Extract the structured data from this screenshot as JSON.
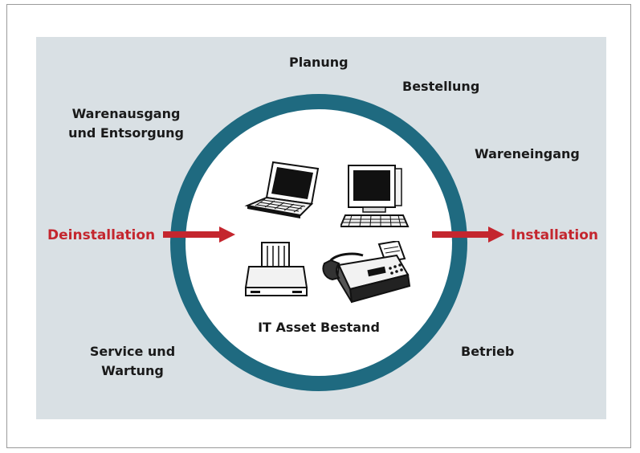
{
  "diagram": {
    "center_label": "IT Asset Bestand",
    "stages": {
      "planung": "Planung",
      "bestellung": "Bestellung",
      "wareneingang": "Wareneingang",
      "installation": "Installation",
      "betrieb": "Betrieb",
      "service_line1": "Service und",
      "service_line2": "Wartung",
      "deinstallation": "Deinstallation",
      "warenausgang_line1": "Warenausgang",
      "warenausgang_line2": "und Entsorgung"
    },
    "colors": {
      "ring": "#1f6a80",
      "panel": "#d9e0e4",
      "arrow": "#c4262e",
      "highlight_text": "#c4262e"
    },
    "icons": [
      "laptop-icon",
      "desktop-computer-icon",
      "printer-icon",
      "fax-machine-icon"
    ]
  }
}
